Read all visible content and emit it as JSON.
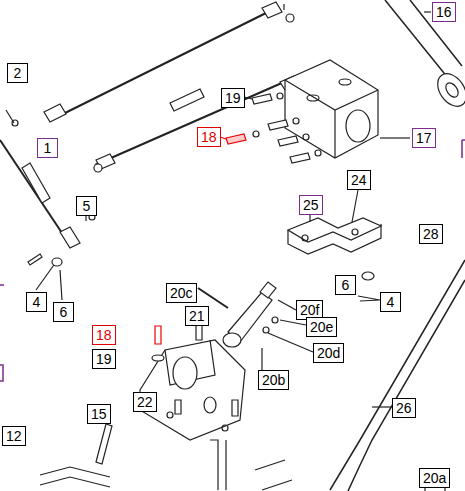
{
  "diagram": {
    "labels": [
      "16",
      "2",
      "19",
      "18",
      "17",
      "1",
      "5",
      "25",
      "24",
      "28",
      "4",
      "6",
      "6",
      "4",
      "20c",
      "20f",
      "20e",
      "21",
      "18",
      "20d",
      "19",
      "22",
      "20b",
      "26",
      "15",
      "12",
      "20a"
    ]
  }
}
